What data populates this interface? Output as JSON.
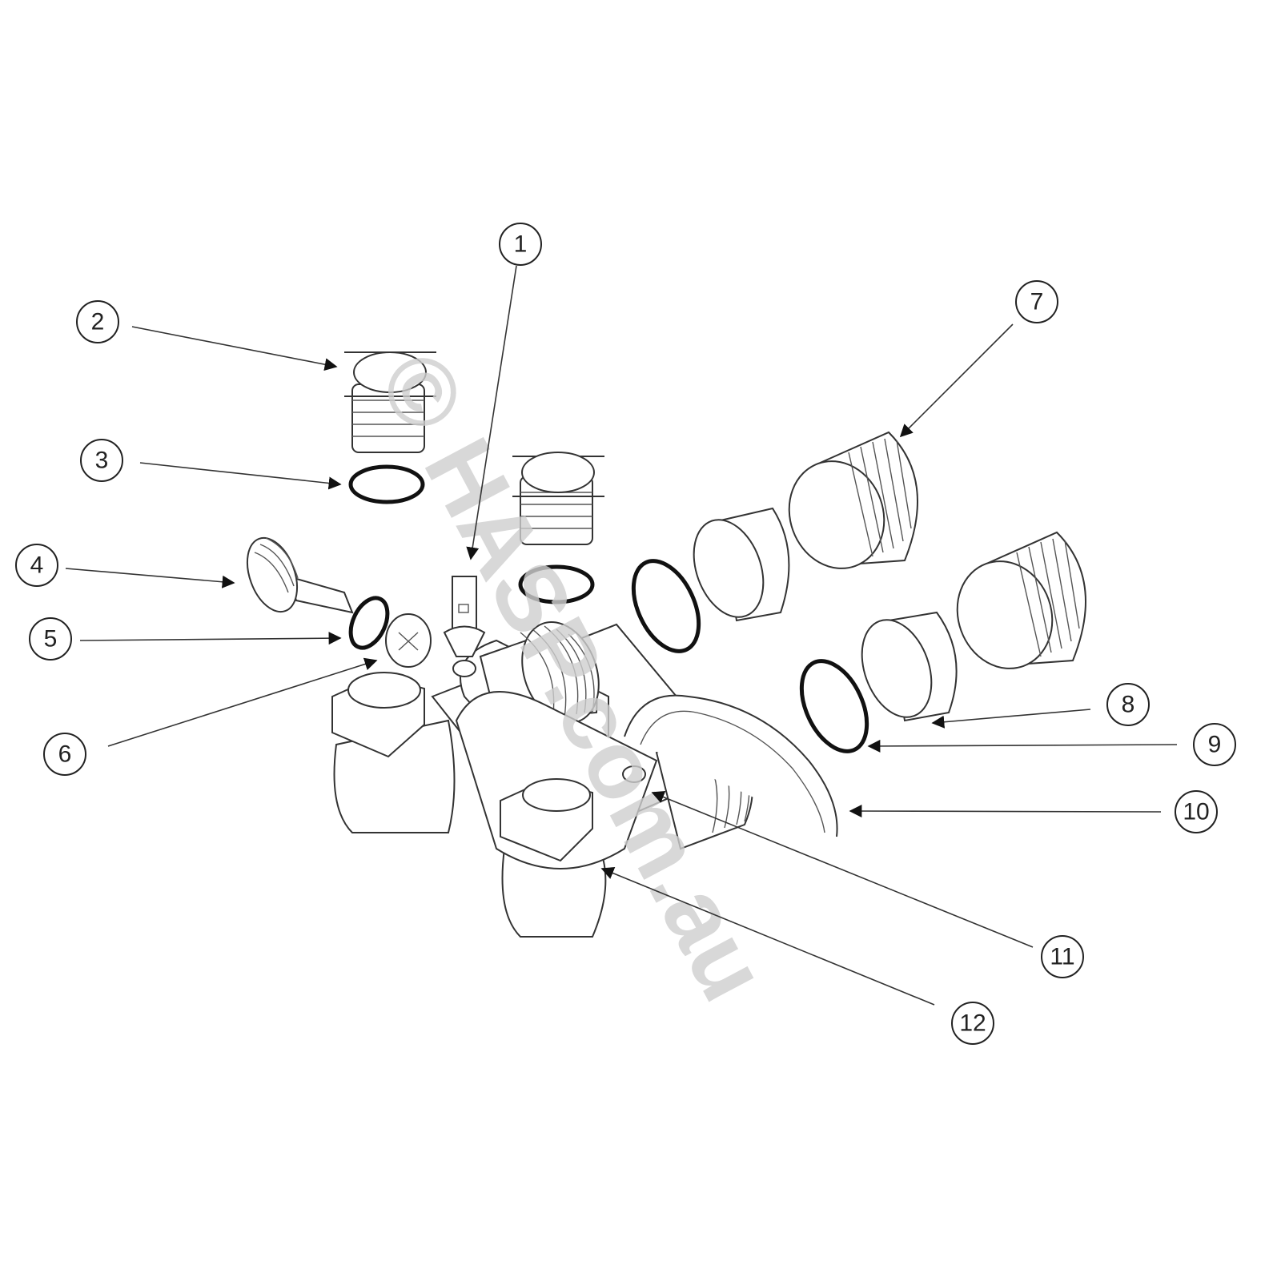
{
  "watermark": "© HASP.com.au",
  "callouts": [
    {
      "label": "1"
    },
    {
      "label": "2"
    },
    {
      "label": "3"
    },
    {
      "label": "4"
    },
    {
      "label": "5"
    },
    {
      "label": "6"
    },
    {
      "label": "7"
    },
    {
      "label": "8"
    },
    {
      "label": "9"
    },
    {
      "label": "10"
    },
    {
      "label": "11"
    },
    {
      "label": "12"
    }
  ]
}
